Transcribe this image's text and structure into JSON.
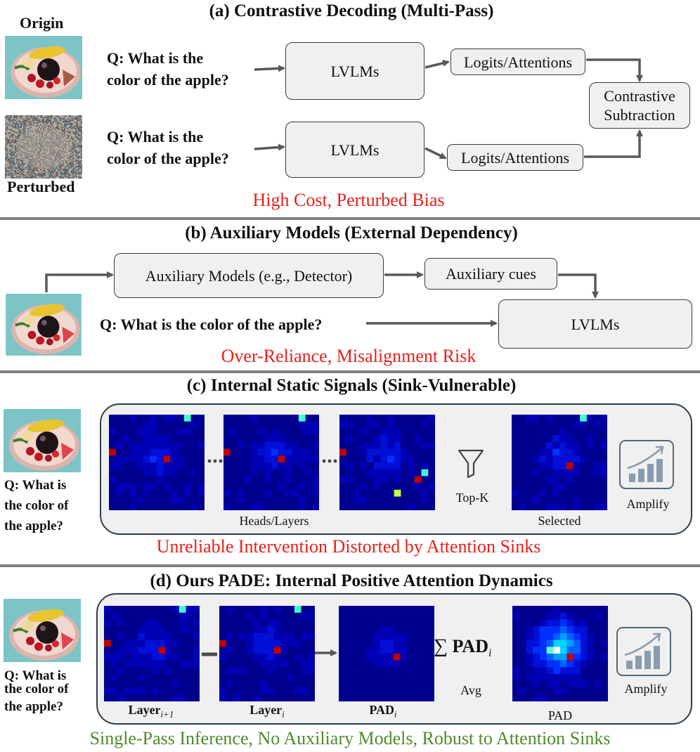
{
  "section_a": {
    "title": "(a) Contrastive Decoding (Multi-Pass)",
    "origin_label": "Origin",
    "perturbed_label": "Perturbed",
    "q1_line1": "Q: What is the",
    "q1_line2": "color of the apple?",
    "q2_line1": "Q: What is the",
    "q2_line2": "color of the apple?",
    "lvlm1": "LVLMs",
    "lvlm2": "LVLMs",
    "logits1": "Logits/Attentions",
    "logits2": "Logits/Attentions",
    "contrast_line1": "Contrastive",
    "contrast_line2": "Subtraction",
    "caption": "High Cost, Perturbed Bias"
  },
  "section_b": {
    "title": "(b) Auxiliary Models (External Dependency)",
    "aux_models": "Auxiliary Models (e.g., Detector)",
    "aux_cues": "Auxiliary cues",
    "lvlm": "LVLMs",
    "question": "Q: What is the color of the apple?",
    "caption": "Over-Reliance, Misalignment Risk"
  },
  "section_c": {
    "title": "(c) Internal Static Signals (Sink-Vulnerable)",
    "q_line1": "Q: What is",
    "q_line2": "the color of",
    "q_line3": "the apple?",
    "heads_layers": "Heads/Layers",
    "topk": "Top-K",
    "selected": "Selected",
    "amplify": "Amplify",
    "caption": "Unreliable Intervention Distorted by Attention Sinks"
  },
  "section_d": {
    "title": "(d) Ours PADE: Internal Positive Attention Dynamics",
    "q_line1": "Q: What is",
    "q_line2": "the color of",
    "q_line3": "the apple?",
    "layer_i1_base": "Layer",
    "layer_i1_sub": "i+1",
    "layer_i_base": "Layer",
    "layer_i_sub": "i",
    "pad_i_base": "PAD",
    "pad_i_sub": "i",
    "sum_symbol": "∑",
    "sum_base": "PAD",
    "sum_sub": "i",
    "avg": "Avg",
    "pad": "PAD",
    "amplify": "Amplify",
    "caption": "Single-Pass Inference, No Auxiliary Models, Robust to Attention Sinks"
  },
  "icons": [
    "fruit-plate-image",
    "noisy-plate-image",
    "funnel-icon",
    "growth-chart-icon",
    "attention-heatmap"
  ],
  "colors": {
    "box_fill": "#f0f0f0",
    "box_border": "#2f3d4d",
    "arrow": "#595959",
    "divider": "#808080",
    "warning_red": "#e8201a",
    "success_green": "#4f8a2c",
    "heatmap_bg": "#00008f",
    "image_bg": "#7cc4c6"
  }
}
